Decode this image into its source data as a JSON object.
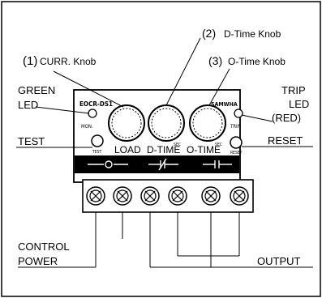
{
  "callouts": {
    "curr_num": "(1)",
    "curr_text": "CURR. Knob",
    "dtime_num": "(2)",
    "dtime_text": "D-Time Knob",
    "otime_num": "(3)",
    "otime_text": "O-Time Knob"
  },
  "left_labels": {
    "green": "GREEN",
    "led": "LED",
    "test": "TEST"
  },
  "right_labels": {
    "trip": "TRIP",
    "led": "LED",
    "red": "(RED)",
    "reset": "RESET"
  },
  "panel": {
    "model": "EOCR-DS1",
    "brand": "SAMWHA",
    "mon": "MON.",
    "trip": "TRIP",
    "test": "TEST",
    "reset": "RESET",
    "load": "LOAD",
    "dtime": "D-TIME",
    "otime": "O-TIME",
    "sec1": "SEC",
    "sec2": "SEC"
  },
  "bottom_labels": {
    "control": "CONTROL",
    "power": "POWER",
    "output": "OUTPUT"
  }
}
